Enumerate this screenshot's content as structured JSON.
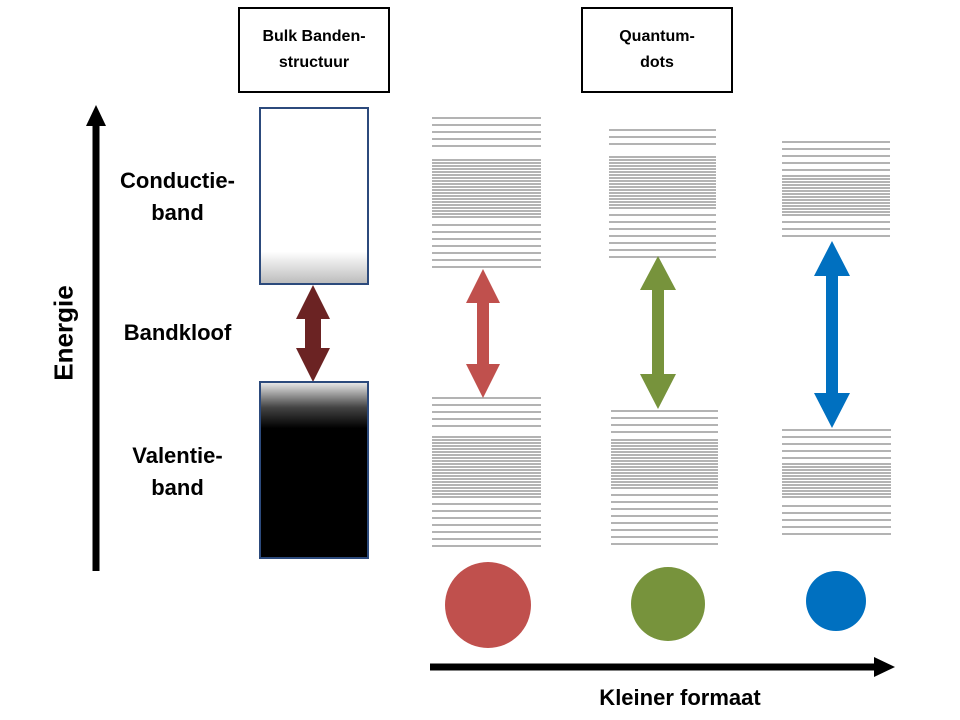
{
  "titles": {
    "bulk": "Bulk Banden-\nstructuur",
    "quantum_dots": "Quantum-\ndots"
  },
  "labels": {
    "conduction_band": "Conductie-\nband",
    "band_gap": "Bandkloof",
    "valence_band": "Valentie-\nband",
    "energy_axis": "Energie",
    "size_axis": "Kleiner formaat"
  },
  "colors": {
    "bulk_gap_arrow": "#6b2323",
    "dot_red": "#c0504d",
    "dot_green": "#77933c",
    "dot_blue": "#0070c0",
    "level_line": "#9a9a9a",
    "axis": "#000000"
  },
  "quantum_dots": [
    {
      "name": "red",
      "color": "#c0504d",
      "relative_size": "large"
    },
    {
      "name": "green",
      "color": "#77933c",
      "relative_size": "medium"
    },
    {
      "name": "blue",
      "color": "#0070c0",
      "relative_size": "small"
    }
  ]
}
